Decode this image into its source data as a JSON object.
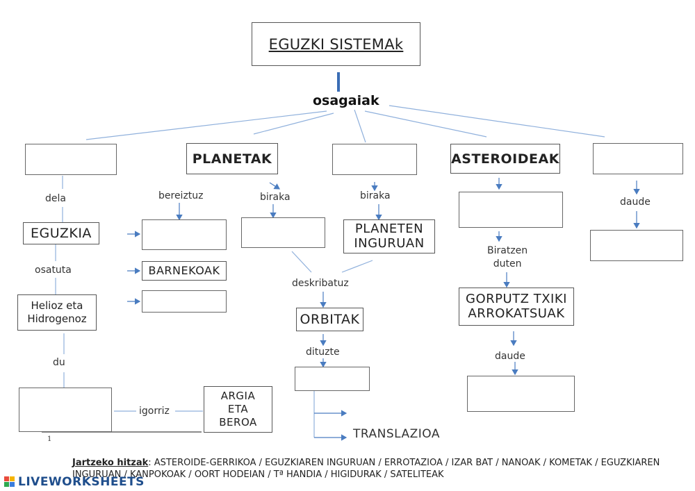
{
  "title": "EGUZKI SISTEMAk",
  "hub": "osagaiak",
  "boxes": {
    "planetak": "PLANETAK",
    "asteroideak": "ASTEROIDEAK",
    "eguzkia": "EGUZKIA",
    "helioz": "Helioz eta\nHidrogenoz",
    "argia": "ARGIA\nETA\nBEROA",
    "barnekoak": "BARNEKOAK",
    "planeten": "PLANETEN\nINGURUAN",
    "orbitak": "ORBITAK",
    "gorputz": "GORPUTZ TXIKI\nARROKATSUAK"
  },
  "labels": {
    "dela": "dela",
    "osatuta": "osatuta",
    "du": "du",
    "igorriz": "igorriz",
    "bereiztuz": "bereiztuz",
    "biraka1": "biraka",
    "biraka2": "biraka",
    "deskribatuz": "deskribatuz",
    "dituzte": "dituzte",
    "translazioa": "TRANSLAZIOA",
    "biratzen": "Biratzen\nduten",
    "daude1": "daude",
    "daude2": "daude",
    "page_number": "1"
  },
  "footer": {
    "key": "Jartzeko hitzak",
    "words": ": ASTEROIDE-GERRIKOA / EGUZKIAREN INGURUAN / ERROTAZIOA / IZAR BAT / NANOAK / KOMETAK / EGUZKIAREN INGURUAN / KANPOKOAK / OORT HODEIAN / Tª HANDIA / HIGIDURAK / SATELITEAK"
  },
  "logo": "LIVEWORKSHEETS",
  "colors": {
    "arrow": "#4a7cc0",
    "border": "#555555"
  }
}
